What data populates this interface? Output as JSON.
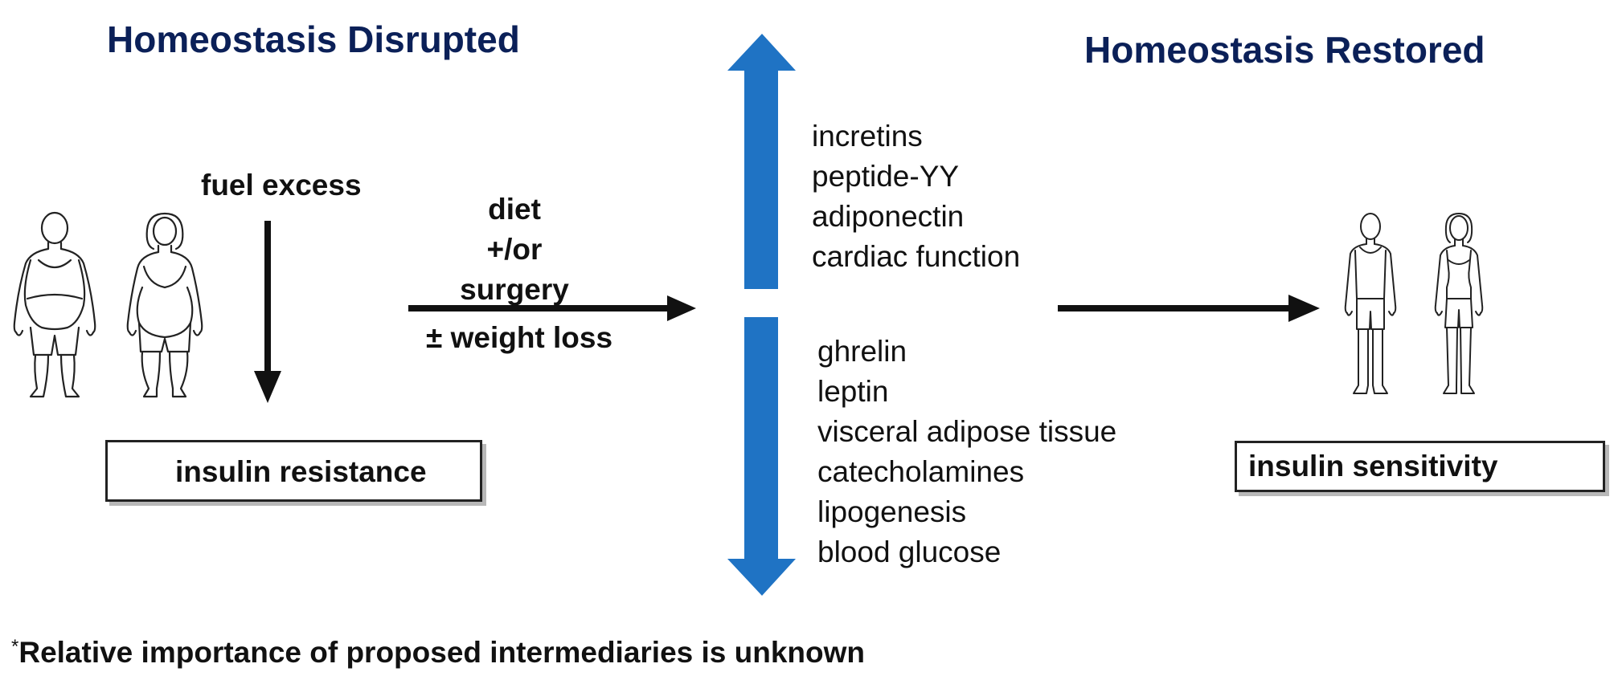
{
  "titles": {
    "left": "Homeostasis Disrupted",
    "right": "Homeostasis Restored"
  },
  "left_panel": {
    "fuel_excess": "fuel excess",
    "outcome_box": "insulin resistance"
  },
  "intervention": {
    "line1": "diet",
    "line2": "+/or",
    "line3": "surgery",
    "weight_loss": "± weight loss"
  },
  "increased_mediators": [
    "incretins",
    "peptide-YY",
    "adiponectin",
    "cardiac function"
  ],
  "decreased_mediators": [
    "ghrelin",
    "leptin",
    "visceral adipose tissue",
    "catecholamines",
    "lipogenesis",
    "blood glucose"
  ],
  "right_panel": {
    "outcome_box": "insulin sensitivity"
  },
  "footnote": {
    "star": "*",
    "text": "Relative importance of proposed intermediaries is unknown"
  },
  "colors": {
    "title": "#0b2058",
    "blue_arrow": "#1f73c4",
    "black_arrow": "#111111"
  },
  "icons": {
    "obese_man": "obese-man-figure",
    "obese_woman": "obese-woman-figure",
    "slim_man": "slim-man-figure",
    "slim_woman": "slim-woman-figure"
  }
}
